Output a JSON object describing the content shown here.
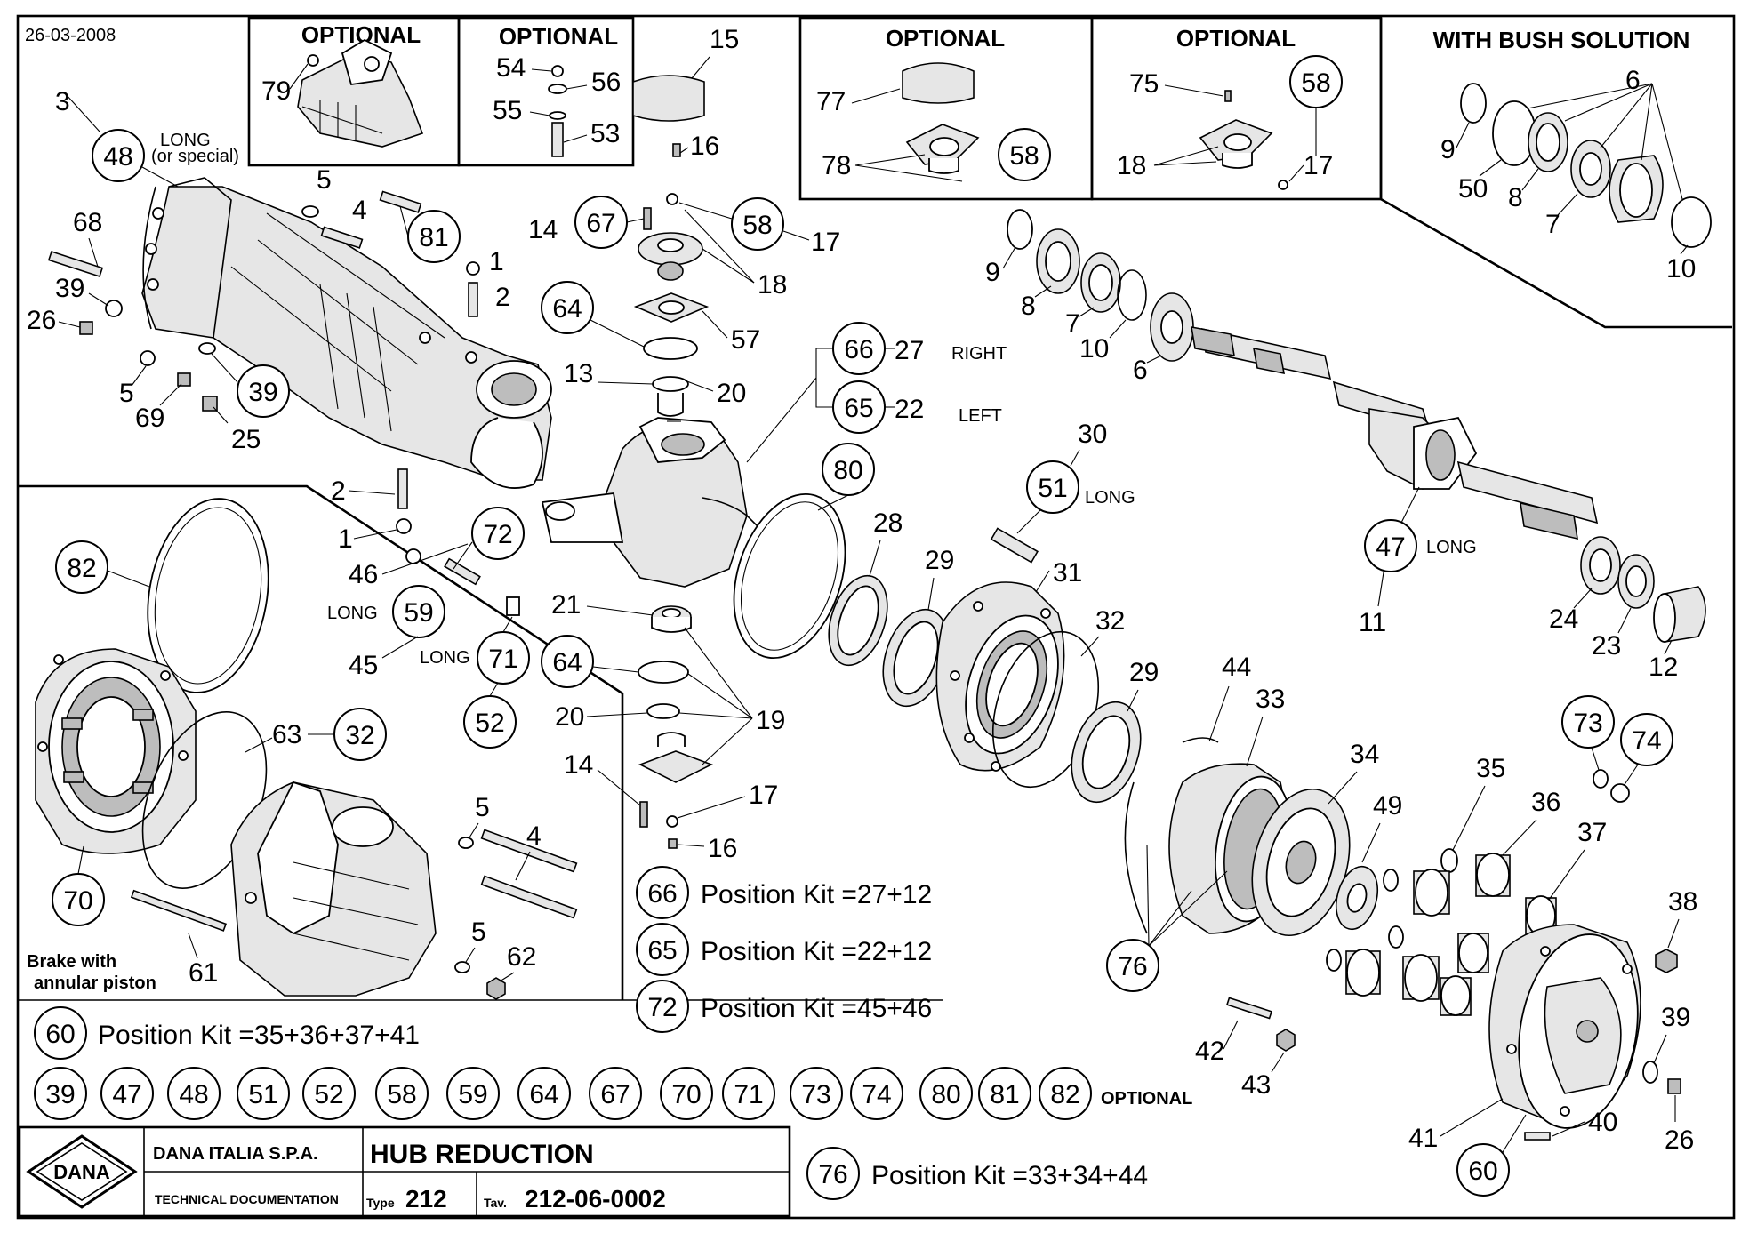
{
  "date": "26-03-2008",
  "boxes": {
    "optional_1": "OPTIONAL",
    "optional_2": "OPTIONAL",
    "optional_3": "OPTIONAL",
    "optional_4": "OPTIONAL",
    "bush": "WITH BUSH SOLUTION"
  },
  "notes": {
    "long_special_1": "LONG",
    "long_special_2": "(or special)",
    "right": "RIGHT",
    "left": "LEFT",
    "long_51": "LONG",
    "long_47": "LONG",
    "long_59": "LONG",
    "long_71": "LONG",
    "brake_1": "Brake with",
    "brake_2": "annular piston",
    "optional_row": "OPTIONAL"
  },
  "kits": {
    "k66": {
      "num": "66",
      "text": "Position Kit =27+12"
    },
    "k65": {
      "num": "65",
      "text": "Position Kit =22+12"
    },
    "k72": {
      "num": "72",
      "text": "Position Kit =45+46"
    },
    "k60": {
      "num": "60",
      "text": "Position Kit =35+36+37+41"
    },
    "k76": {
      "num": "76",
      "text": "Position Kit =33+34+44"
    }
  },
  "optional_circles": [
    "39",
    "47",
    "48",
    "51",
    "52",
    "58",
    "59",
    "64",
    "67",
    "70",
    "71",
    "73",
    "74",
    "80",
    "81",
    "82"
  ],
  "title_block": {
    "logo": "DANA",
    "company": "DANA ITALIA S.P.A.",
    "tech_doc": "TECHNICAL DOCUMENTATION",
    "title": "HUB REDUCTION",
    "type_label": "Type",
    "type_value": "212",
    "tav_label": "Tav.",
    "tav_value": "212-06-0002"
  }
}
